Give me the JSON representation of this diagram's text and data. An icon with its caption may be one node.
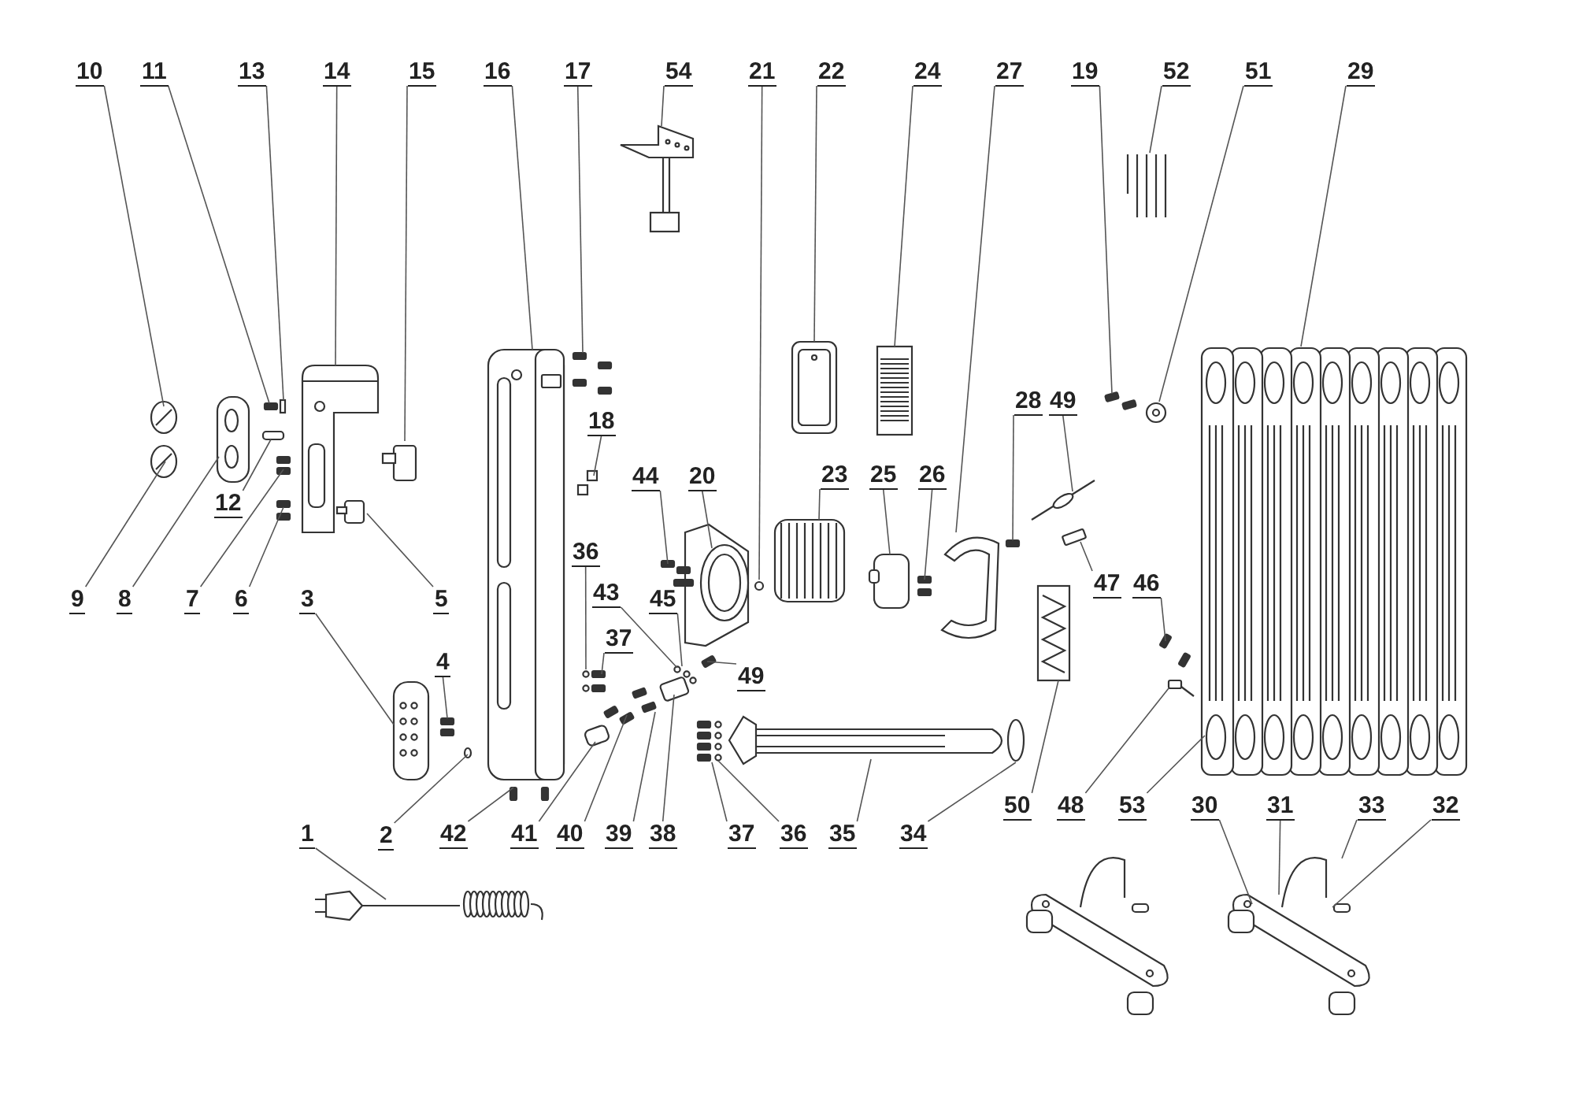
{
  "diagram": {
    "nodes": [
      {
        "text": [
          "10"
        ]
      },
      {
        "text": [
          "11"
        ]
      },
      {
        "text": [
          "13"
        ]
      },
      {
        "text": [
          "14"
        ]
      },
      {
        "text": [
          "15"
        ]
      },
      {
        "text": [
          "16"
        ]
      },
      {
        "text": [
          "17"
        ]
      },
      {
        "text": [
          "54"
        ]
      },
      {
        "text": [
          "21"
        ]
      },
      {
        "text": [
          "22"
        ]
      },
      {
        "text": [
          "24"
        ]
      },
      {
        "text": [
          "27"
        ]
      },
      {
        "text": [
          "19"
        ]
      },
      {
        "text": [
          "52"
        ]
      },
      {
        "text": [
          "51"
        ]
      },
      {
        "text": [
          "29"
        ]
      },
      {
        "text": [
          "18"
        ]
      },
      {
        "text": [
          "28"
        ]
      },
      {
        "text": [
          "49"
        ]
      },
      {
        "text": [
          "12"
        ]
      },
      {
        "text": [
          "44"
        ]
      },
      {
        "text": [
          "20"
        ]
      },
      {
        "text": [
          "23"
        ]
      },
      {
        "text": [
          "25"
        ]
      },
      {
        "text": [
          "26"
        ]
      },
      {
        "text": [
          "36"
        ]
      },
      {
        "text": [
          "47"
        ]
      },
      {
        "text": [
          "46"
        ]
      },
      {
        "text": [
          "9"
        ]
      },
      {
        "text": [
          "8"
        ]
      },
      {
        "text": [
          "7"
        ]
      },
      {
        "text": [
          "6"
        ]
      },
      {
        "text": [
          "3"
        ]
      },
      {
        "text": [
          "5"
        ]
      },
      {
        "text": [
          "43"
        ]
      },
      {
        "text": [
          "45"
        ]
      },
      {
        "text": [
          "37"
        ]
      },
      {
        "text": [
          "4"
        ]
      },
      {
        "text": [
          "49"
        ]
      },
      {
        "text": [
          "50"
        ]
      },
      {
        "text": [
          "48"
        ]
      },
      {
        "text": [
          "53"
        ]
      },
      {
        "text": [
          "30"
        ]
      },
      {
        "text": [
          "31"
        ]
      },
      {
        "text": [
          "33"
        ]
      },
      {
        "text": [
          "32"
        ]
      },
      {
        "text": [
          "1"
        ]
      },
      {
        "text": [
          "2"
        ]
      },
      {
        "text": [
          "42"
        ]
      },
      {
        "text": [
          "41"
        ]
      },
      {
        "text": [
          "40"
        ]
      },
      {
        "text": [
          "39"
        ]
      },
      {
        "text": [
          "38"
        ]
      },
      {
        "text": [
          "37"
        ]
      },
      {
        "text": [
          "36"
        ]
      },
      {
        "text": [
          "35"
        ]
      },
      {
        "text": [
          "34"
        ]
      }
    ],
    "edges": [
      {
        "from": 0,
        "to": null,
        "arrow": "none"
      },
      {
        "from": 1,
        "to": null,
        "arrow": "none"
      },
      {
        "from": 2,
        "to": null,
        "arrow": "none"
      },
      {
        "from": 3,
        "to": null,
        "arrow": "none"
      },
      {
        "from": 4,
        "to": null,
        "arrow": "none"
      },
      {
        "from": 5,
        "to": null,
        "arrow": "none"
      },
      {
        "from": 6,
        "to": null,
        "arrow": "none"
      },
      {
        "from": 7,
        "to": null,
        "arrow": "none"
      },
      {
        "from": 8,
        "to": null,
        "arrow": "none"
      },
      {
        "from": 9,
        "to": null,
        "arrow": "none"
      },
      {
        "from": 10,
        "to": null,
        "arrow": "none"
      },
      {
        "from": 11,
        "to": null,
        "arrow": "none"
      },
      {
        "from": 12,
        "to": null,
        "arrow": "none"
      },
      {
        "from": 13,
        "to": null,
        "arrow": "none"
      },
      {
        "from": 14,
        "to": null,
        "arrow": "none"
      },
      {
        "from": 15,
        "to": null,
        "arrow": "none"
      },
      {
        "from": 16,
        "to": null,
        "arrow": "none"
      },
      {
        "from": 17,
        "to": null,
        "arrow": "none"
      },
      {
        "from": 18,
        "to": null,
        "arrow": "none"
      },
      {
        "from": 19,
        "to": null,
        "arrow": "none"
      },
      {
        "from": 20,
        "to": null,
        "arrow": "none"
      },
      {
        "from": 21,
        "to": null,
        "arrow": "none"
      },
      {
        "from": 22,
        "to": null,
        "arrow": "none"
      },
      {
        "from": 23,
        "to": null,
        "arrow": "none"
      },
      {
        "from": 24,
        "to": null,
        "arrow": "none"
      },
      {
        "from": 25,
        "to": null,
        "arrow": "none"
      },
      {
        "from": 26,
        "to": null,
        "arrow": "none"
      },
      {
        "from": 27,
        "to": null,
        "arrow": "none"
      },
      {
        "from": 28,
        "to": null,
        "arrow": "none"
      },
      {
        "from": 29,
        "to": null,
        "arrow": "none"
      },
      {
        "from": 30,
        "to": null,
        "arrow": "none"
      },
      {
        "from": 31,
        "to": null,
        "arrow": "none"
      },
      {
        "from": 32,
        "to": null,
        "arrow": "none"
      },
      {
        "from": 33,
        "to": null,
        "arrow": "none"
      },
      {
        "from": 34,
        "to": null,
        "arrow": "none"
      },
      {
        "from": 35,
        "to": null,
        "arrow": "none"
      },
      {
        "from": 36,
        "to": null,
        "arrow": "none"
      },
      {
        "from": 37,
        "to": null,
        "arrow": "none"
      },
      {
        "from": 38,
        "to": null,
        "arrow": "none"
      },
      {
        "from": 39,
        "to": null,
        "arrow": "none"
      },
      {
        "from": 40,
        "to": null,
        "arrow": "none"
      },
      {
        "from": 41,
        "to": null,
        "arrow": "none"
      },
      {
        "from": 42,
        "to": null,
        "arrow": "none"
      },
      {
        "from": 43,
        "to": null,
        "arrow": "none"
      },
      {
        "from": 44,
        "to": null,
        "arrow": "none"
      },
      {
        "from": 45,
        "to": null,
        "arrow": "none"
      },
      {
        "from": 46,
        "to": null,
        "arrow": "none"
      },
      {
        "from": 47,
        "to": null,
        "arrow": "none"
      },
      {
        "from": 48,
        "to": null,
        "arrow": "none"
      },
      {
        "from": 49,
        "to": null,
        "arrow": "none"
      },
      {
        "from": 50,
        "to": null,
        "arrow": "none"
      },
      {
        "from": 51,
        "to": null,
        "arrow": "none"
      },
      {
        "from": 52,
        "to": null,
        "arrow": "none"
      },
      {
        "from": 53,
        "to": null,
        "arrow": "none"
      },
      {
        "from": 54,
        "to": null,
        "arrow": "none"
      },
      {
        "from": 55,
        "to": null,
        "arrow": "none"
      },
      {
        "from": 56,
        "to": null,
        "arrow": "none"
      }
    ]
  }
}
